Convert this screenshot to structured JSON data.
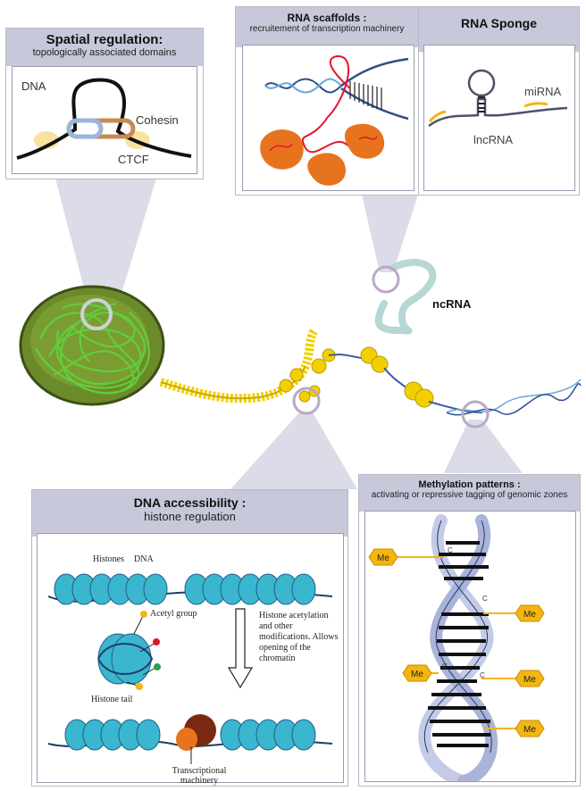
{
  "spatial": {
    "title": "Spatial regulation:",
    "subtitle": "topologically associated domains",
    "labels": {
      "dna": "DNA",
      "cohesin": "Cohesin",
      "ctcf": "CTCF"
    }
  },
  "scaffolds": {
    "title": "RNA scaffolds :",
    "subtitle": "recruitement of transcription machinery"
  },
  "sponge": {
    "title": "RNA Sponge",
    "labels": {
      "mirna": "miRNA",
      "lncrna": "lncRNA"
    }
  },
  "center": {
    "ncrna_label": "ncRNA"
  },
  "accessibility": {
    "title": "DNA accessibility :",
    "subtitle": "histone regulation",
    "labels": {
      "histones": "Histones",
      "dna": "DNA",
      "acetyl": "Acetyl group",
      "tail": "Histone tail",
      "arrow_text": "Histone acetylation and other modifications. Allows opening of the chromatin",
      "machinery": "Transcriptional machinery"
    }
  },
  "methylation": {
    "title": "Methylation patterns :",
    "subtitle": "activating or repressive tagging of genomic zones",
    "tag": "Me",
    "base": "C"
  },
  "colors": {
    "panel_header": "#c7c8da",
    "nucleosome": "#3ab6cf",
    "chromatin_yellow": "#f2d000",
    "nucleus_green": "#6b8a2a",
    "scaffold_orange": "#e8731e",
    "me_tag": "#f5b50f"
  }
}
